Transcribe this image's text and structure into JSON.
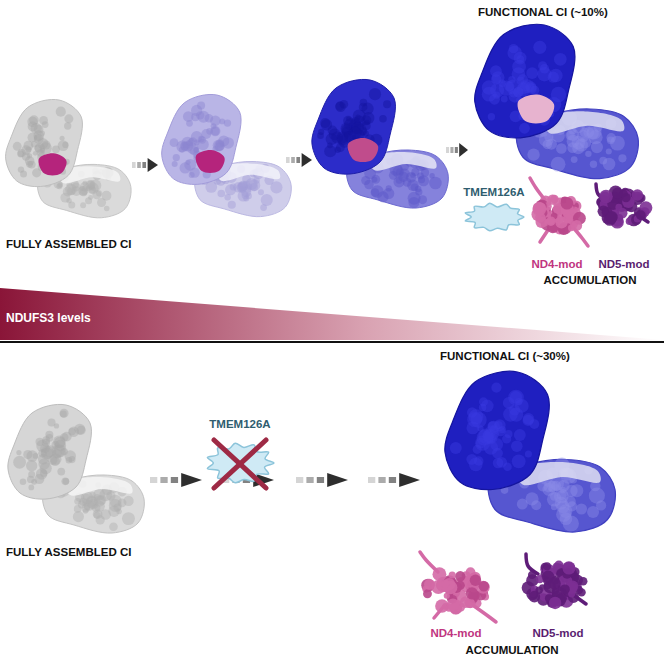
{
  "diagram": {
    "nodes": [
      {
        "text": [
          "NDUFS3 levels"
        ]
      }
    ],
    "labels": [
      "FUNCTIONAL CI (~10%)",
      "FULLY ASSEMBLED CI",
      "TMEM126A",
      "ND4-mod",
      "ND5-mod",
      "ACCUMULATION",
      "FULLY ASSEMBLED CI",
      "TMEM126A",
      "FUNCTIONAL CI (~30%)",
      "ND4-mod",
      "ND5-mod",
      "ACCUMULATION"
    ]
  }
}
